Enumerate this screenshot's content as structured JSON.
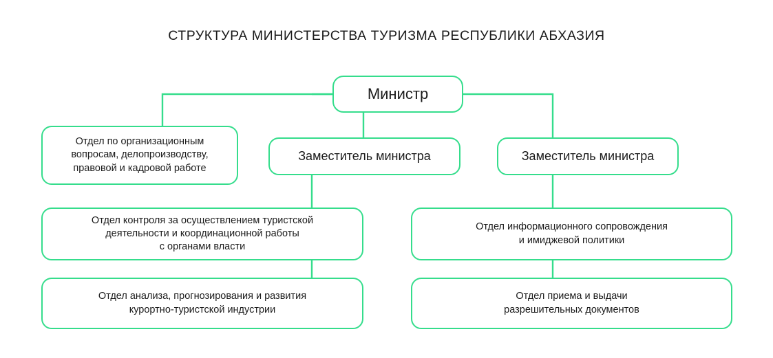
{
  "title": "СТРУКТУРА МИНИСТЕРСТВА ТУРИЗМА РЕСПУБЛИКИ АБХАЗИЯ",
  "theme": {
    "accent": "#35dd8c",
    "background": "#ffffff",
    "text": "#1b1b1b"
  },
  "chart_data": {
    "type": "diagram",
    "diagram_type": "organizational-chart",
    "title": "СТРУКТУРА МИНИСТЕРСТВА ТУРИЗМА РЕСПУБЛИКИ АБХАЗИЯ",
    "orientation": "top-down",
    "levels": 3,
    "nodes": [
      {
        "id": "minister",
        "label": "Министр",
        "level": 0
      },
      {
        "id": "org-dept",
        "label": "Отдел по организационным\nвопросам, делопроизводству,\nправовой и кадровой работе",
        "level": 1,
        "parent": "minister"
      },
      {
        "id": "deputy-1",
        "label": "Заместитель министра",
        "level": 1,
        "parent": "minister"
      },
      {
        "id": "deputy-2",
        "label": "Заместитель министра",
        "level": 1,
        "parent": "minister"
      },
      {
        "id": "control-dept",
        "label": "Отдел контроля за осуществлением туристской\nдеятельности и координационной работы\nс органами власти",
        "level": 2,
        "parent": "deputy-1"
      },
      {
        "id": "analysis-dept",
        "label": "Отдел анализа, прогнозирования и развития\nкурортно-туристской индустрии",
        "level": 2,
        "parent": "deputy-1"
      },
      {
        "id": "info-dept",
        "label": "Отдел информационного сопровождения\nи имиджевой политики",
        "level": 2,
        "parent": "deputy-2"
      },
      {
        "id": "permits-dept",
        "label": "Отдел приема и выдачи\nразрешительных документов",
        "level": 2,
        "parent": "deputy-2"
      }
    ],
    "edges": [
      {
        "from": "minister",
        "to": "org-dept"
      },
      {
        "from": "minister",
        "to": "deputy-1"
      },
      {
        "from": "minister",
        "to": "deputy-2"
      },
      {
        "from": "deputy-1",
        "to": "control-dept"
      },
      {
        "from": "deputy-1",
        "to": "analysis-dept"
      },
      {
        "from": "deputy-2",
        "to": "info-dept"
      },
      {
        "from": "deputy-2",
        "to": "permits-dept"
      }
    ]
  },
  "nodes": {
    "minister": "Министр",
    "org_dept": "Отдел по организационным\nвопросам, делопроизводству,\nправовой и кадровой работе",
    "deputy_1": "Заместитель министра",
    "deputy_2": "Заместитель министра",
    "control_dept": "Отдел контроля за осуществлением туристской\nдеятельности и координационной работы\nс органами власти",
    "analysis_dept": "Отдел анализа, прогнозирования и развития\nкурортно-туристской индустрии",
    "info_dept": "Отдел информационного сопровождения\nи имиджевой политики",
    "permits_dept": "Отдел приема и выдачи\nразрешительных документов"
  }
}
